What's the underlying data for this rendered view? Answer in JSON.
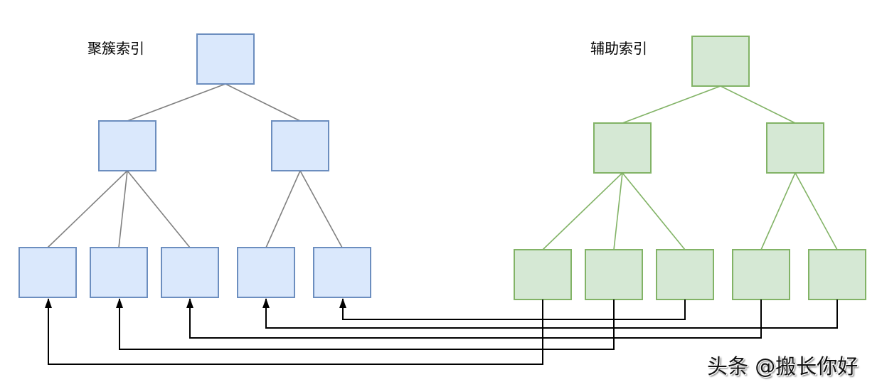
{
  "clustered_index": {
    "label": "聚簇索引",
    "fill": "#dae8fc",
    "stroke": "#6c8ebf"
  },
  "secondary_index": {
    "label": "辅助索引",
    "fill": "#d5e8d4",
    "stroke": "#82b366"
  },
  "pointers": [
    {
      "from_secondary_leaf": 1,
      "to_clustered_leaf": 1
    },
    {
      "from_secondary_leaf": 2,
      "to_clustered_leaf": 2
    },
    {
      "from_secondary_leaf": 3,
      "to_clustered_leaf": 5
    },
    {
      "from_secondary_leaf": 4,
      "to_clustered_leaf": 3
    },
    {
      "from_secondary_leaf": 5,
      "to_clustered_leaf": 4
    }
  ],
  "watermark": "头条 @搬长你好"
}
